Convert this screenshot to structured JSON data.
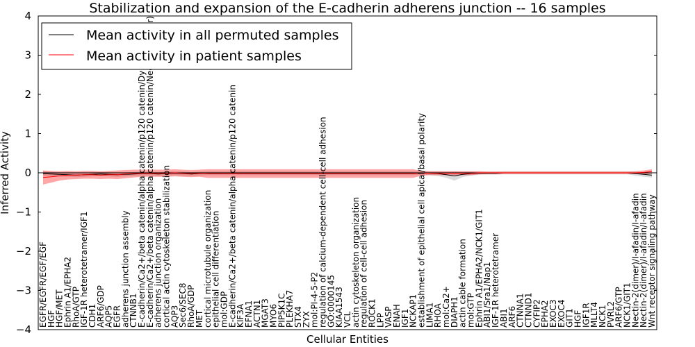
{
  "chart_data": {
    "type": "line",
    "title": "Stabilization and expansion of the E-cadherin adherens junction -- 16 samples",
    "xlabel": "Cellular Entities",
    "ylabel": "Inferred Activity",
    "ylim": [
      -4,
      4
    ],
    "yticks": [
      "4",
      "3",
      "2",
      "1",
      "0",
      "−1",
      "−2",
      "−3",
      "−4"
    ],
    "yticks_values": [
      4,
      3,
      2,
      1,
      0,
      -1,
      -2,
      -3,
      -4
    ],
    "grid": false,
    "legend_position": "top-left",
    "categories": [
      "EGFR/EGFR/EGF/EGF",
      "HGF",
      "HGF/MET",
      "Ephrin A1/EPHA2",
      "RhoA/GTP",
      "IGF-1R heterotetramer/IGF1",
      "CDH1",
      "ARF6/GDP",
      "AQP5",
      "EGFR",
      "adherens junction assembly",
      "CTNNB1",
      "E-cadherin/Ca2+/beta catenin/alpha catenin/p120 catenin/Dynamin 2",
      "E-cadherin/Ca2+/beta catenin/alpha catenin/p120 catenin/Nectin-2(dimer)",
      "adherens junction organization",
      "cortical actin cytoskeleton stabilization",
      "AQP3",
      "Sec6/SEC8",
      "RhoA/GDP",
      "MET",
      "cortical microtubule organization",
      "epithelial cell differentiation",
      "mol:GDP",
      "E-cadherin/Ca2+/beta catenin/alpha catenin/p120 catenin",
      "KIF3A",
      "EFNA1",
      "ACTN1",
      "MGAT3",
      "MYO6",
      "PIP5K1C",
      "PLEKHA7",
      "STX4",
      "ZYX",
      "mol:PI-4-5-P2",
      "regulation of calcium-dependent cell-cell adhesion",
      "GO:0000145",
      "KIAA1543",
      "VCL",
      "actin cytoskeleton organization",
      "regulation of cell-cell adhesion",
      "ROCK1",
      "LPP",
      "VASP",
      "ENAH",
      "IGF1",
      "NCKAP1",
      "establishment of epithelial cell apical/basal polarity",
      "LIMA1",
      "RHOA",
      "mol:Ca2+",
      "DIAPH1",
      "actin cable formation",
      "mol:GTP",
      "Ephrin A1/EPHA2/NCK1/GIT1",
      "ABI1/Sra1/Nap1",
      "IGF-1R heterotetramer",
      "ABI1",
      "ARF6",
      "CTNNA1",
      "CTNND1",
      "CYFIP2",
      "EPHA2",
      "EXOC3",
      "EXOC4",
      "GIT1",
      "HGF",
      "IGF1R",
      "MLLT4",
      "NCK1",
      "PVRL2",
      "ARF6/GTP",
      "NCK1/GIT1",
      "Nectin-2(dimer)/I-afadin/I-afadin",
      "Nectin-2(dimer)/I-afadin/I-afadin",
      "Wnt receptor signaling pathway"
    ],
    "series": [
      {
        "name": "Mean activity in all permuted samples",
        "color": "#000000",
        "values": [
          -0.02,
          -0.03,
          -0.04,
          -0.05,
          -0.06,
          -0.05,
          -0.04,
          -0.03,
          -0.04,
          -0.05,
          -0.04,
          -0.03,
          -0.02,
          -0.02,
          -0.03,
          -0.02,
          -0.01,
          -0.02,
          -0.03,
          -0.02,
          -0.01,
          -0.01,
          -0.01,
          -0.01,
          -0.01,
          -0.01,
          -0.01,
          -0.01,
          -0.01,
          -0.01,
          -0.01,
          -0.01,
          -0.01,
          -0.01,
          -0.01,
          -0.01,
          -0.01,
          -0.01,
          -0.01,
          -0.01,
          -0.01,
          -0.01,
          -0.01,
          -0.01,
          -0.01,
          -0.01,
          0.0,
          -0.01,
          -0.02,
          -0.05,
          -0.08,
          -0.04,
          -0.02,
          -0.01,
          -0.01,
          -0.01,
          0.0,
          0.0,
          0.0,
          0.0,
          0.0,
          0.0,
          0.0,
          0.0,
          0.0,
          0.0,
          0.0,
          0.0,
          0.0,
          0.0,
          0.0,
          0.0,
          -0.02,
          -0.04,
          -0.06
        ],
        "band_lower": [
          -0.08,
          -0.08,
          -0.09,
          -0.1,
          -0.11,
          -0.1,
          -0.09,
          -0.08,
          -0.09,
          -0.1,
          -0.09,
          -0.08,
          -0.07,
          -0.07,
          -0.08,
          -0.07,
          -0.06,
          -0.07,
          -0.08,
          -0.07,
          -0.06,
          -0.06,
          -0.06,
          -0.06,
          -0.06,
          -0.06,
          -0.06,
          -0.06,
          -0.06,
          -0.06,
          -0.06,
          -0.06,
          -0.06,
          -0.06,
          -0.06,
          -0.06,
          -0.06,
          -0.06,
          -0.06,
          -0.06,
          -0.06,
          -0.06,
          -0.06,
          -0.06,
          -0.06,
          -0.06,
          -0.05,
          -0.06,
          -0.08,
          -0.13,
          -0.2,
          -0.11,
          -0.07,
          -0.05,
          -0.05,
          -0.05,
          -0.04,
          -0.04,
          -0.04,
          -0.04,
          -0.04,
          -0.04,
          -0.04,
          -0.04,
          -0.04,
          -0.04,
          -0.04,
          -0.04,
          -0.04,
          -0.04,
          -0.04,
          -0.04,
          -0.07,
          -0.1,
          -0.12
        ],
        "band_upper": [
          0.04,
          0.02,
          0.01,
          0.0,
          -0.01,
          0.0,
          0.01,
          0.02,
          0.01,
          0.0,
          0.01,
          0.02,
          0.03,
          0.03,
          0.02,
          0.03,
          0.04,
          0.03,
          0.02,
          0.03,
          0.04,
          0.04,
          0.04,
          0.04,
          0.04,
          0.04,
          0.04,
          0.04,
          0.04,
          0.04,
          0.04,
          0.04,
          0.04,
          0.04,
          0.04,
          0.04,
          0.04,
          0.04,
          0.04,
          0.04,
          0.04,
          0.04,
          0.04,
          0.04,
          0.04,
          0.04,
          0.05,
          0.04,
          0.04,
          0.03,
          0.04,
          0.03,
          0.03,
          0.03,
          0.03,
          0.03,
          0.04,
          0.04,
          0.04,
          0.04,
          0.04,
          0.04,
          0.04,
          0.04,
          0.04,
          0.04,
          0.04,
          0.04,
          0.04,
          0.04,
          0.04,
          0.04,
          0.03,
          0.02,
          0.0
        ]
      },
      {
        "name": "Mean activity in patient samples",
        "color": "#ff0000",
        "values": [
          -0.12,
          -0.1,
          -0.08,
          -0.06,
          -0.06,
          -0.05,
          -0.05,
          -0.06,
          -0.05,
          -0.05,
          -0.03,
          -0.02,
          -0.01,
          -0.01,
          -0.01,
          -0.01,
          0.0,
          -0.01,
          -0.02,
          -0.01,
          -0.02,
          -0.02,
          -0.02,
          -0.02,
          -0.02,
          -0.02,
          -0.02,
          -0.02,
          -0.02,
          -0.02,
          -0.02,
          -0.02,
          -0.02,
          -0.02,
          -0.02,
          -0.02,
          -0.02,
          -0.02,
          -0.02,
          -0.02,
          -0.02,
          -0.02,
          -0.02,
          -0.02,
          -0.02,
          -0.02,
          -0.01,
          -0.01,
          -0.01,
          -0.01,
          -0.01,
          -0.01,
          -0.01,
          0.0,
          0.0,
          0.0,
          0.0,
          0.0,
          0.0,
          0.0,
          0.0,
          0.0,
          0.0,
          0.0,
          0.0,
          0.0,
          0.0,
          0.0,
          0.0,
          0.0,
          0.0,
          0.0,
          0.0,
          0.01,
          0.03
        ],
        "band_lower": [
          -0.3,
          -0.25,
          -0.2,
          -0.17,
          -0.16,
          -0.15,
          -0.15,
          -0.16,
          -0.15,
          -0.16,
          -0.14,
          -0.12,
          -0.1,
          -0.1,
          -0.1,
          -0.1,
          -0.09,
          -0.1,
          -0.11,
          -0.1,
          -0.13,
          -0.13,
          -0.13,
          -0.13,
          -0.13,
          -0.13,
          -0.13,
          -0.13,
          -0.13,
          -0.13,
          -0.13,
          -0.13,
          -0.13,
          -0.13,
          -0.13,
          -0.13,
          -0.13,
          -0.13,
          -0.13,
          -0.13,
          -0.13,
          -0.13,
          -0.13,
          -0.13,
          -0.13,
          -0.13,
          -0.07,
          -0.06,
          -0.06,
          -0.06,
          -0.06,
          -0.06,
          -0.06,
          -0.04,
          -0.03,
          -0.03,
          -0.03,
          -0.03,
          -0.03,
          -0.03,
          -0.03,
          -0.03,
          -0.03,
          -0.03,
          -0.03,
          -0.03,
          -0.03,
          -0.03,
          -0.03,
          -0.03,
          -0.03,
          -0.03,
          -0.03,
          -0.03,
          -0.03
        ],
        "band_upper": [
          0.06,
          0.05,
          0.04,
          0.05,
          0.04,
          0.05,
          0.05,
          0.04,
          0.05,
          0.06,
          0.07,
          0.08,
          0.08,
          0.08,
          0.08,
          0.08,
          0.09,
          0.08,
          0.07,
          0.08,
          0.09,
          0.09,
          0.09,
          0.09,
          0.09,
          0.09,
          0.09,
          0.09,
          0.09,
          0.09,
          0.09,
          0.09,
          0.09,
          0.09,
          0.09,
          0.09,
          0.09,
          0.09,
          0.09,
          0.09,
          0.09,
          0.09,
          0.09,
          0.09,
          0.09,
          0.09,
          0.05,
          0.04,
          0.04,
          0.04,
          0.04,
          0.04,
          0.04,
          0.04,
          0.03,
          0.03,
          0.03,
          0.03,
          0.03,
          0.03,
          0.03,
          0.03,
          0.03,
          0.03,
          0.03,
          0.03,
          0.03,
          0.03,
          0.03,
          0.03,
          0.03,
          0.03,
          0.04,
          0.06,
          0.09
        ]
      }
    ]
  }
}
